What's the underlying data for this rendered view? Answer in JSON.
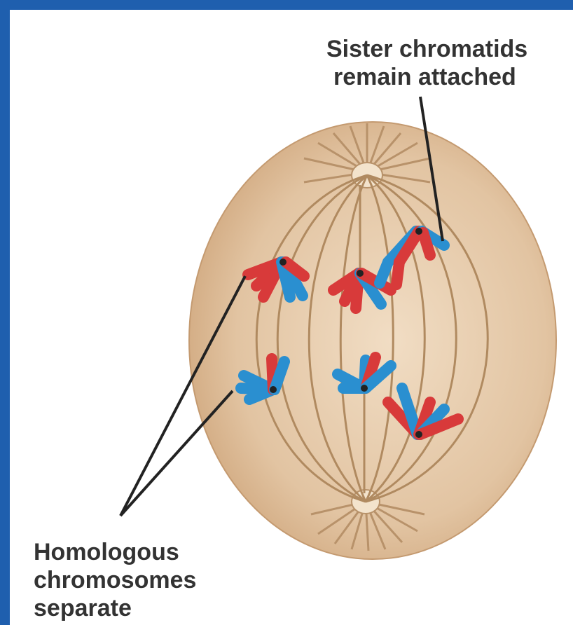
{
  "labels": {
    "sister_chromatids": {
      "line1": "Sister chromatids",
      "line2": "remain attached"
    },
    "homologous": {
      "line1": "Homologous",
      "line2": "chromosomes",
      "line3": "separate"
    }
  },
  "colors": {
    "frame": "#1f5fae",
    "cell": "#dcb892",
    "spindle": "#b08a60",
    "chromosome_red": "#d83a3a",
    "chromosome_blue": "#2a8fd0",
    "leader_line": "#222222"
  }
}
